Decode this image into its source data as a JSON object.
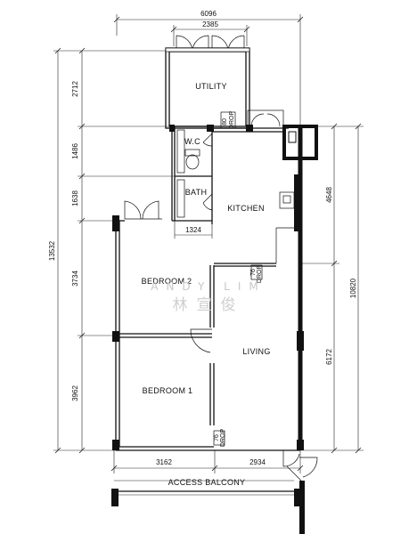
{
  "dimensions": {
    "top_total": "6096",
    "top_utility": "2385",
    "left_utility": "2712",
    "left_wc": "1486",
    "left_bath": "1638",
    "left_bed2": "3734",
    "left_bed1": "3962",
    "left_total": "13532",
    "bath_width": "1324",
    "right_kitchen": "4648",
    "right_living": "6172",
    "right_total": "10820",
    "bottom_bed1": "3162",
    "bottom_living": "2934"
  },
  "rooms": {
    "utility": "UTILITY",
    "wc": "W.C",
    "bath": "BATH",
    "kitchen": "KITCHEN",
    "bedroom2": "BEDROOM 2",
    "bedroom1": "BEDROOM 1",
    "living": "LIVING",
    "access_balcony": "ACCESS BALCONY"
  },
  "refuse_drops": {
    "top_num": "80",
    "mid_num": "76",
    "bottom_num": "76",
    "label": "DROP"
  },
  "watermark": {
    "latin": "ANDY LIM",
    "chinese": "林宣俊"
  }
}
